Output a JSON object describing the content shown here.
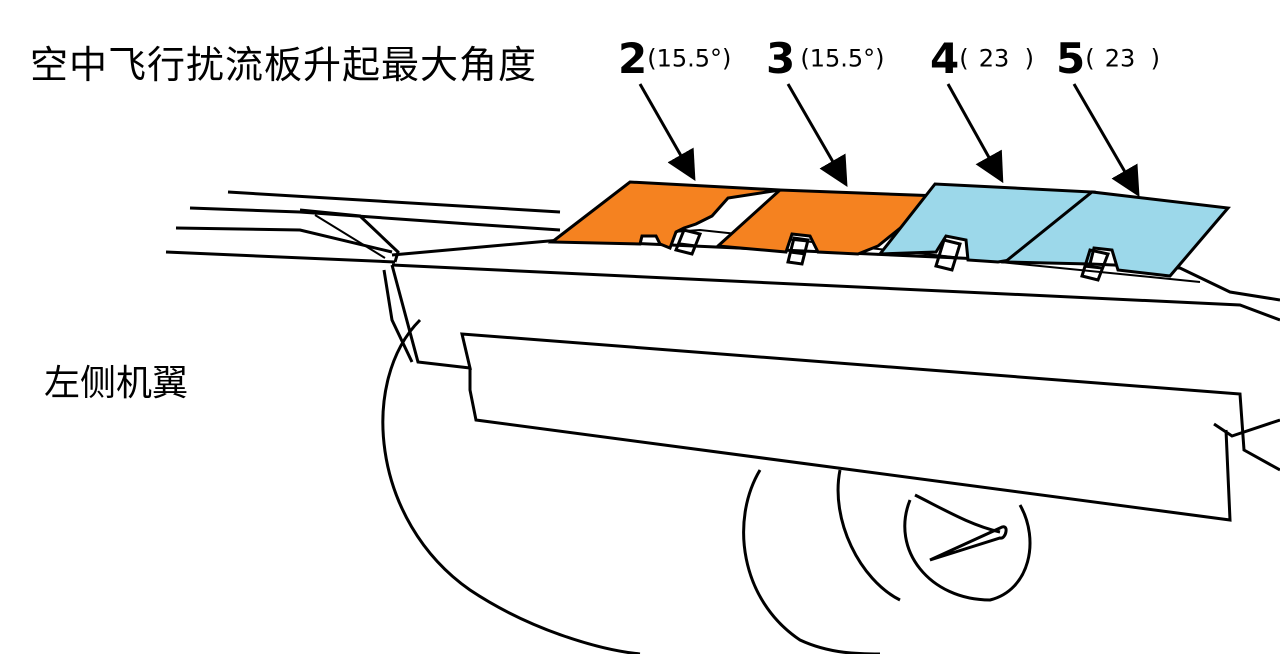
{
  "title": "空中飞行扰流板升起最大角度",
  "wing_label": "左侧机翼",
  "colors": {
    "spoiler_orange": "#F58220",
    "spoiler_blue": "#9CD8EA",
    "line": "#000000"
  },
  "spoilers": [
    {
      "number": "2",
      "open": "(",
      "angle": "15.5°",
      "close": ")",
      "color": "#F58220"
    },
    {
      "number": "3",
      "open": "(",
      "angle": "15.5°",
      "close": ")",
      "color": "#F58220"
    },
    {
      "number": "4",
      "open": "(",
      "angle": "23",
      "close": ")",
      "color": "#9CD8EA"
    },
    {
      "number": "5",
      "open": "(",
      "angle": "23",
      "close": ")",
      "color": "#9CD8EA"
    }
  ]
}
